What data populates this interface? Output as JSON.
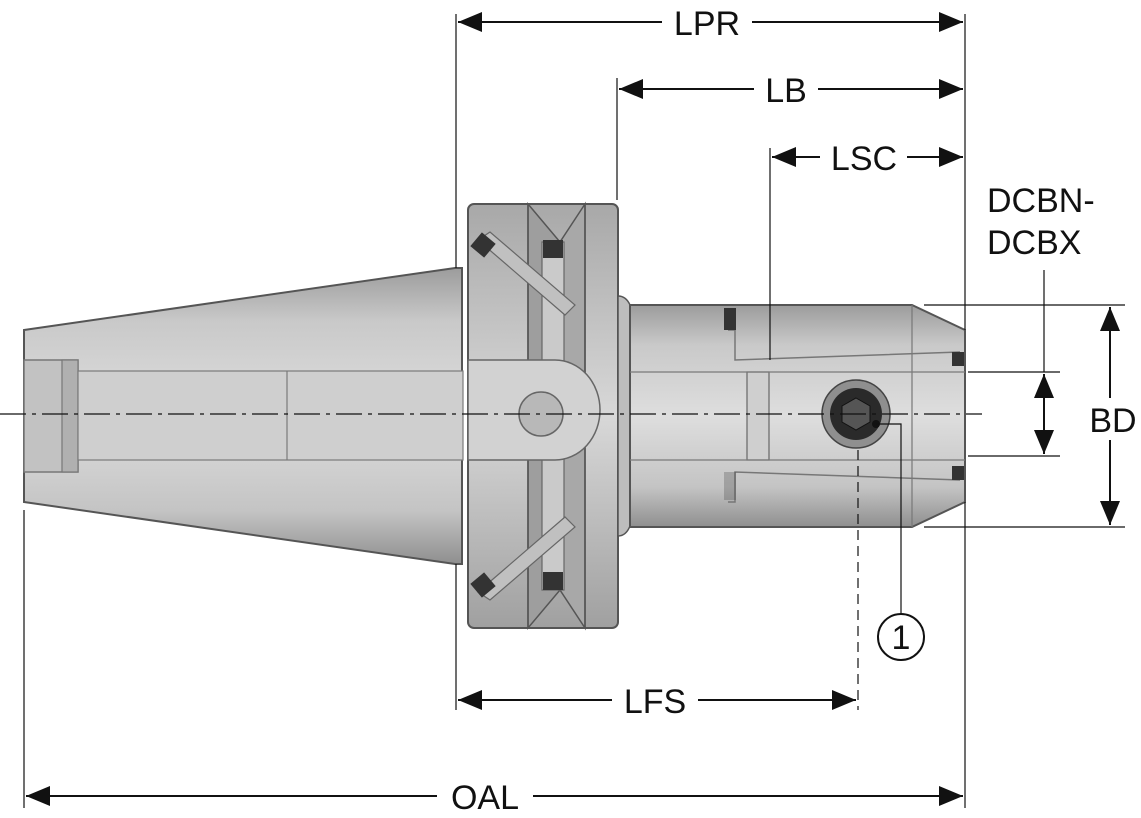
{
  "dimensions": {
    "lpr": "LPR",
    "lb": "LB",
    "lsc": "LSC",
    "dcbn_dcbx_line1": "DCBN-",
    "dcbn_dcbx_line2": "DCBX",
    "bd": "BD",
    "lfs": "LFS",
    "oal": "OAL"
  },
  "callout": {
    "number": "1"
  },
  "colors": {
    "body_light": "#d6d6d6",
    "body_mid": "#b4b4b4",
    "body_dark": "#8a8a8a",
    "line": "#111111",
    "screw": "#2a2a2a"
  }
}
